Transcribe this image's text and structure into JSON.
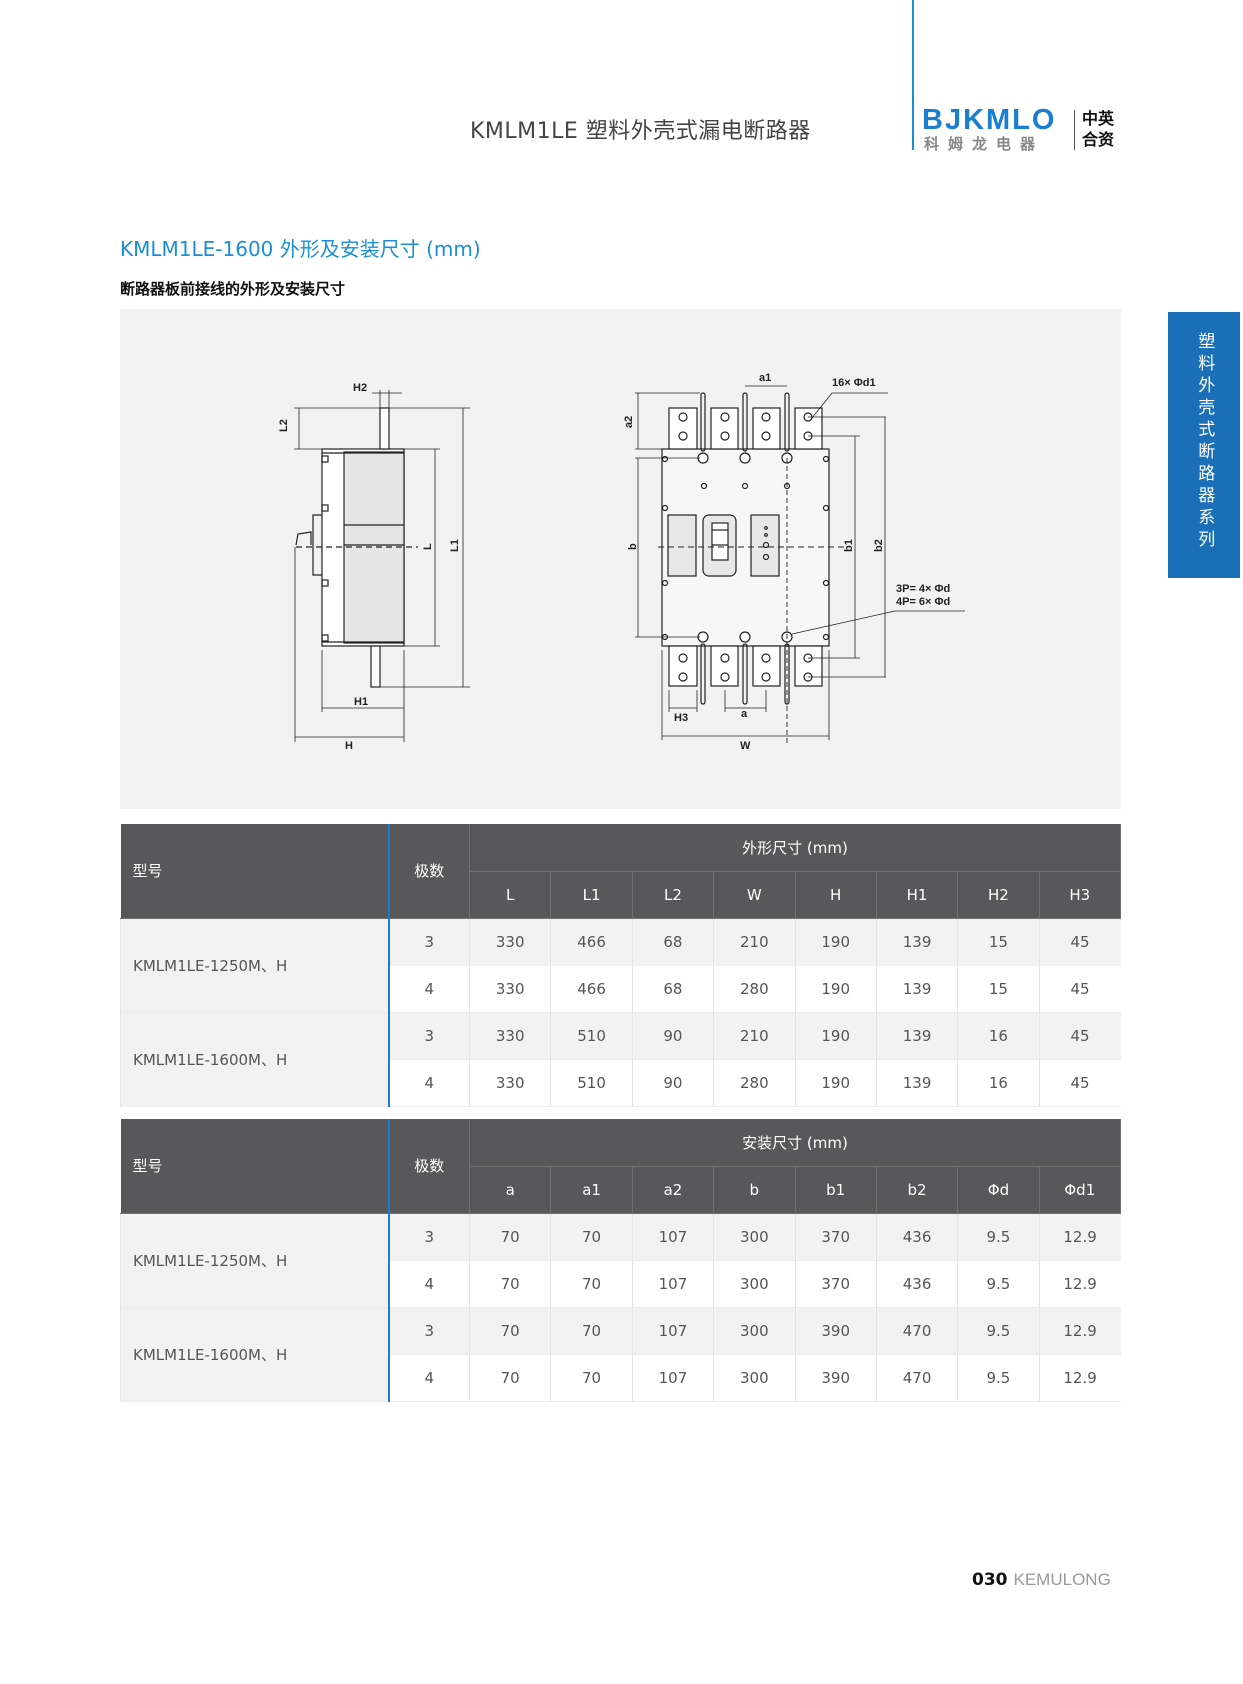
{
  "header": {
    "doc_title": "KMLM1LE 塑料外壳式漏电断路器",
    "logo_en": "BJKMLO",
    "logo_cn": "科姆龙电器",
    "logo_jv": "中英合资"
  },
  "section": {
    "title": "KMLM1LE-1600 外形及安装尺寸 (mm)",
    "subtitle": "断路器板前接线的外形及安装尺寸"
  },
  "side_tab": "塑料外壳式断路器系列",
  "drawing": {
    "H2": "H2",
    "L2": "L2",
    "L": "L",
    "L1": "L1",
    "H1": "H1",
    "H": "H",
    "a1": "a1",
    "d1": "16× Φd1",
    "a2": "a2",
    "b": "b",
    "b1": "b1",
    "b2": "b2",
    "d3p": "3P= 4× Φd",
    "d4p": "4P= 6× Φd",
    "H3": "H3",
    "a": "a",
    "W": "W"
  },
  "tables": [
    {
      "model_header": "型号",
      "poles_header": "极数",
      "group_header": "外形尺寸 (mm)",
      "columns": [
        "L",
        "L1",
        "L2",
        "W",
        "H",
        "H1",
        "H2",
        "H3"
      ],
      "groups": [
        {
          "model": "KMLM1LE-1250M、H",
          "rows": [
            {
              "poles": "3",
              "values": [
                "330",
                "466",
                "68",
                "210",
                "190",
                "139",
                "15",
                "45"
              ]
            },
            {
              "poles": "4",
              "values": [
                "330",
                "466",
                "68",
                "280",
                "190",
                "139",
                "15",
                "45"
              ]
            }
          ]
        },
        {
          "model": "KMLM1LE-1600M、H",
          "rows": [
            {
              "poles": "3",
              "values": [
                "330",
                "510",
                "90",
                "210",
                "190",
                "139",
                "16",
                "45"
              ]
            },
            {
              "poles": "4",
              "values": [
                "330",
                "510",
                "90",
                "280",
                "190",
                "139",
                "16",
                "45"
              ]
            }
          ]
        }
      ]
    },
    {
      "model_header": "型号",
      "poles_header": "极数",
      "group_header": "安装尺寸 (mm)",
      "columns": [
        "a",
        "a1",
        "a2",
        "b",
        "b1",
        "b2",
        "Φd",
        "Φd1"
      ],
      "groups": [
        {
          "model": "KMLM1LE-1250M、H",
          "rows": [
            {
              "poles": "3",
              "values": [
                "70",
                "70",
                "107",
                "300",
                "370",
                "436",
                "9.5",
                "12.9"
              ]
            },
            {
              "poles": "4",
              "values": [
                "70",
                "70",
                "107",
                "300",
                "370",
                "436",
                "9.5",
                "12.9"
              ]
            }
          ]
        },
        {
          "model": "KMLM1LE-1600M、H",
          "rows": [
            {
              "poles": "3",
              "values": [
                "70",
                "70",
                "107",
                "300",
                "390",
                "470",
                "9.5",
                "12.9"
              ]
            },
            {
              "poles": "4",
              "values": [
                "70",
                "70",
                "107",
                "300",
                "390",
                "470",
                "9.5",
                "12.9"
              ]
            }
          ]
        }
      ]
    }
  ],
  "footer": {
    "page": "030",
    "brand": "KEMULONG"
  }
}
